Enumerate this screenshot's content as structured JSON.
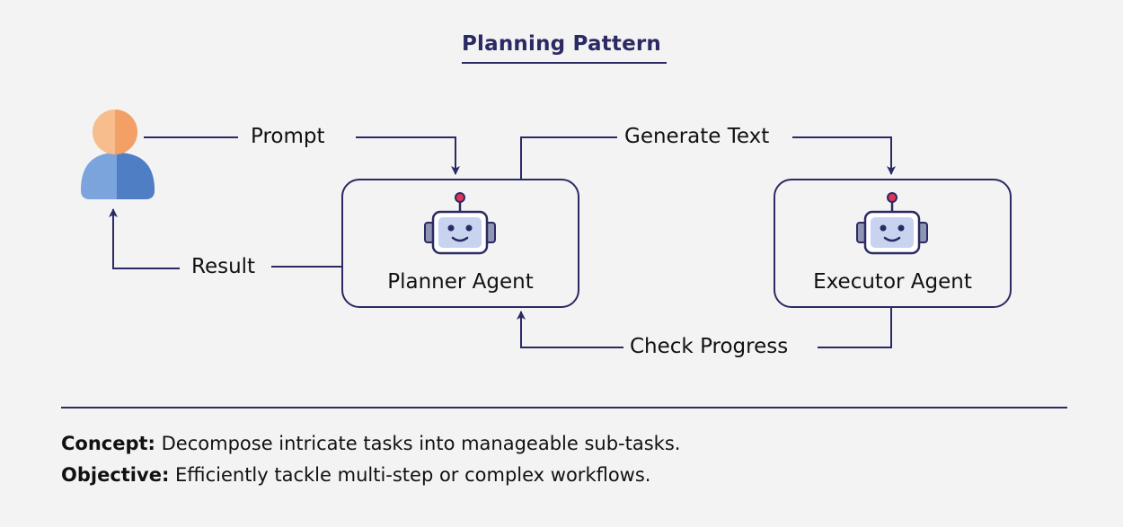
{
  "title": "Planning Pattern",
  "nodes": {
    "user": {
      "icon": "user-icon"
    },
    "planner": {
      "label": "Planner Agent",
      "icon": "robot-icon"
    },
    "executor": {
      "label": "Executor Agent",
      "icon": "robot-icon"
    }
  },
  "edges": {
    "prompt": "Prompt",
    "result": "Result",
    "generate": "Generate Text",
    "check": "Check Progress"
  },
  "notes": {
    "concept_label": "Concept:",
    "concept_text": " Decompose intricate tasks into manageable sub-tasks.",
    "objective_label": "Objective:",
    "objective_text": " Efficiently tackle multi-step or complex workflows."
  },
  "colors": {
    "line": "#2b2a63",
    "user_head": "#f4a46a",
    "user_body": "#5b86c9",
    "robot_accent": "#e0335a"
  }
}
